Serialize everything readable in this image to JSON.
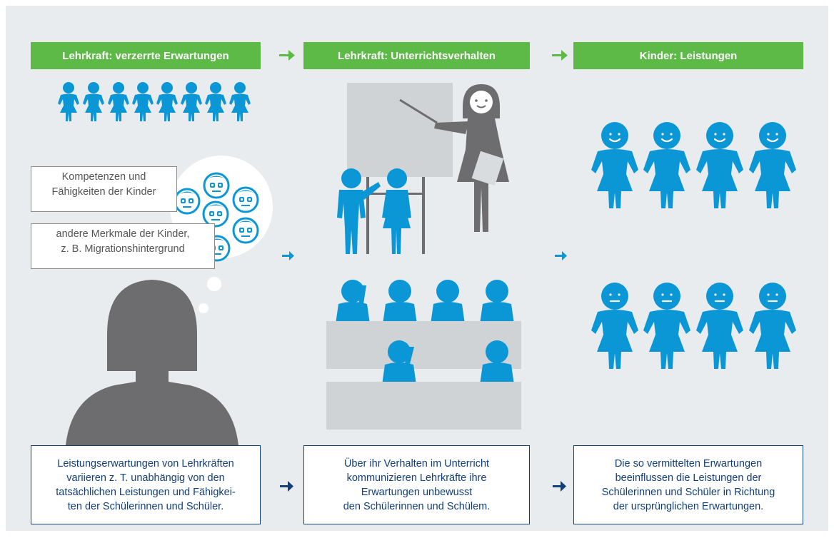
{
  "headers": [
    "Lehrkraft: verzerrte Erwartungen",
    "Lehrkraft: Unterrichtsverhalten",
    "Kinder: Leistungen"
  ],
  "thought_notes": {
    "note1": [
      "Kompetenzen und",
      "Fähigkeiten der Kinder"
    ],
    "note2": [
      "andere Merkmale der Kinder,",
      "z. B. Migrationshintergrund"
    ]
  },
  "captions": {
    "box1": [
      "Leistungserwartungen von Lehrkräften",
      "variieren z. T. unabhängig von den",
      "tatsächlichen Leistungen und Fähigkei-",
      "ten der Schülerinnen und Schüler."
    ],
    "box2": [
      "Über ihr Verhalten im Unterricht",
      "kommunizieren Lehrkräfte ihre",
      "Erwartungen unbewusst",
      "den Schülerinnen und Schülem."
    ],
    "box3": [
      "Die so vermittelten Erwartungen",
      "beeinflussen die Leistungen der",
      "Schülerinnen und Schüler in Richtung",
      "der ursprünglichen Erwartungen."
    ]
  },
  "colors": {
    "panel": "#e9ecee",
    "header_green": "#5dba47",
    "child_blue": "#0b96d6",
    "teacher_gray": "#6d6d6f",
    "caption_navy": "#123f7a",
    "board_gray": "#cfd3d5"
  }
}
